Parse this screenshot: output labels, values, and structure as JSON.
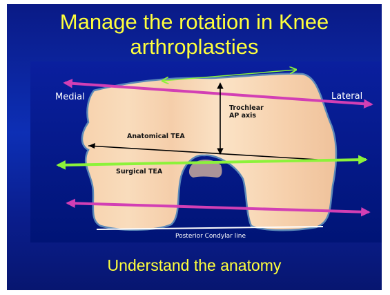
{
  "slide": {
    "title_line1": "Manage the rotation in Knee",
    "title_line2": "arthroplasties",
    "subtitle": "Understand the anatomy"
  },
  "diagram": {
    "labels": {
      "medial": "Medial",
      "lateral": "Lateral",
      "trochlear_line1": "Trochlear",
      "trochlear_line2": "AP axis",
      "anatomical_tea": "Anatomical TEA",
      "surgical_tea": "Surgical TEA",
      "posterior_condylar": "Posterior Condylar line"
    },
    "colors": {
      "title_text": "#ffff3c",
      "slide_background": "#0d2fb5",
      "figure_background": "#001a8e",
      "bone_fill": "#f8d7b3",
      "bone_outline": "#5a88b8",
      "magenta_arrow": "#d23fb4",
      "green_arrow": "#8cf23a",
      "axis_line": "#000000",
      "condylar_line": "#ffffff"
    }
  }
}
